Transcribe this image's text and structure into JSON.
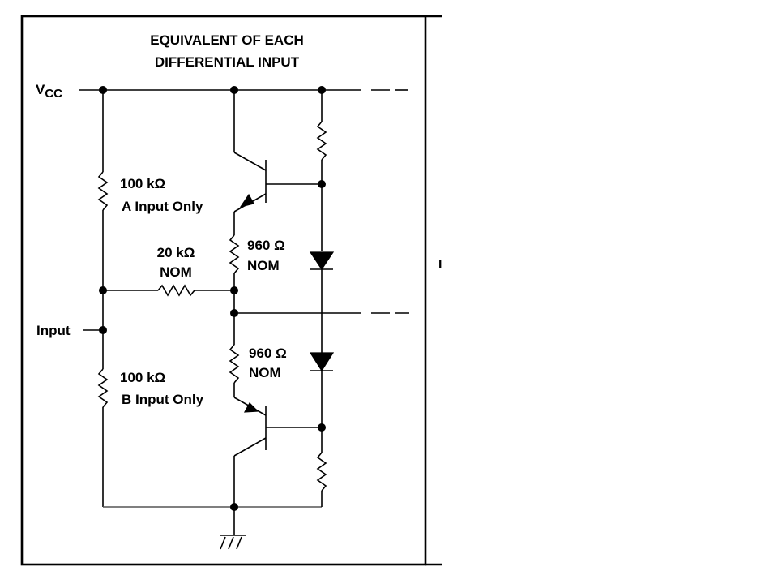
{
  "title": {
    "line1": "EQUIVALENT OF EACH",
    "line2": "DIFFERENTIAL INPUT"
  },
  "supply": {
    "main": "V",
    "sub": "CC"
  },
  "input_label": "Input",
  "resistor_a": {
    "value": "100 kΩ",
    "note": "A Input Only"
  },
  "resistor_b": {
    "value": "100 kΩ",
    "note": "B Input Only"
  },
  "resistor_mid": {
    "value": "20 kΩ",
    "note": "NOM"
  },
  "resistor_upper_emitter": {
    "value": "960 Ω",
    "note": "NOM"
  },
  "resistor_lower_emitter": {
    "value": "960 Ω",
    "note": "NOM"
  },
  "right_panel_mark": "I"
}
